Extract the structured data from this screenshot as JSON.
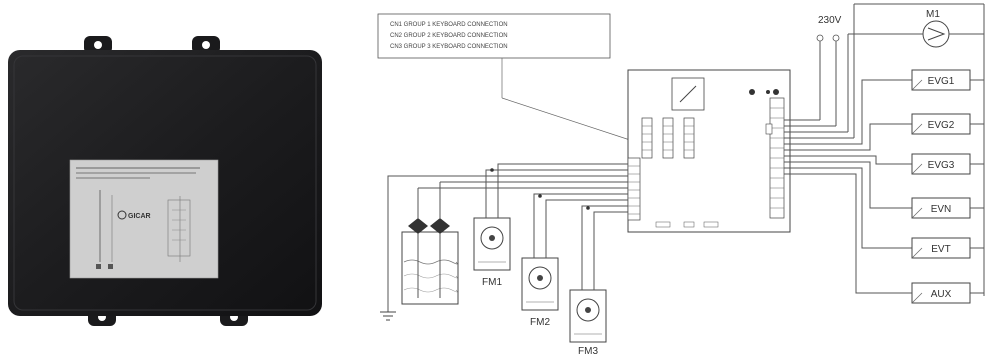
{
  "connections": [
    "CN1 GROUP 1 KEYBOARD CONNECTION",
    "CN2 GROUP 2 KEYBOARD CONNECTION",
    "CN3 GROUP 3 KEYBOARD CONNECTION"
  ],
  "power_label": "230V",
  "motor_label": "M1",
  "outputs": [
    "EVG1",
    "EVG2",
    "EVG3",
    "EVN",
    "EVT",
    "AUX"
  ],
  "flowmeters": [
    "FM1",
    "FM2",
    "FM3"
  ],
  "device_label": {
    "brand": "GICAR"
  },
  "colors": {
    "device_body": "#1f1f21",
    "line": "#555555"
  }
}
